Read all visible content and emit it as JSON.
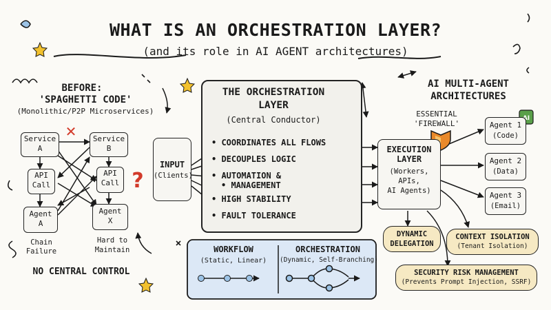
{
  "title": "WHAT IS AN ORCHESTRATION LAYER?",
  "subtitle": "(and its role in AI AGENT architectures)",
  "before": {
    "heading_1": "BEFORE:",
    "heading_2": "'SPAGHETTI CODE'",
    "note": "(Monolithic/P2P Microservices)",
    "service_a": [
      "Service",
      "A"
    ],
    "service_b": [
      "Service",
      "B"
    ],
    "api_call_1": [
      "API",
      "Call"
    ],
    "api_call_2": [
      "API",
      "Call"
    ],
    "agent_a": [
      "Agent",
      "A"
    ],
    "agent_x": [
      "Agent",
      "X"
    ],
    "question_mark": "?",
    "cross_mark": "✕",
    "chain_failure": [
      "Chain",
      "Failure"
    ],
    "hard_to_maintain": [
      "Hard to",
      "Maintain"
    ],
    "no_central_control": "NO CENTRAL CONTROL"
  },
  "input": {
    "label": "INPUT",
    "sub": "(Clients)"
  },
  "orchestration": {
    "heading_1": "THE ORCHESTRATION",
    "heading_2": "LAYER",
    "sub": "(Central Conductor)",
    "items": [
      "COORDINATES ALL FLOWS",
      "DECOUPLES LOGIC",
      "AUTOMATION &",
      "MANAGEMENT",
      "HIGH STABILITY",
      "FAULT TOLERANCE"
    ]
  },
  "execution": {
    "heading_1": "EXECUTION",
    "heading_2": "LAYER",
    "sub": [
      "(Workers,",
      "APIs,",
      "AI Agents)"
    ]
  },
  "multi_agent": {
    "heading_1": "AI MULTI-AGENT",
    "heading_2": "ARCHITECTURES",
    "firewall_1": "ESSENTIAL",
    "firewall_2": "'FIREWALL'",
    "ai_badge": "AI",
    "agents": [
      {
        "name": "Agent 1",
        "role": "(Code)"
      },
      {
        "name": "Agent 2",
        "role": "(Data)"
      },
      {
        "name": "Agent 3",
        "role": "(Email)"
      }
    ]
  },
  "pills": {
    "dynamic_1": "DYNAMIC",
    "dynamic_2": "DELEGATION",
    "context_1": "CONTEXT ISOLATION",
    "context_2": "(Tenant Isolation)",
    "security_1": "SECURITY RISK MANAGEMENT",
    "security_2": "(Prevents Prompt Injection, SSRF)"
  },
  "compare": {
    "workflow": "WORKFLOW",
    "workflow_sub": "(Static, Linear)",
    "orchestration": "ORCHESTRATION",
    "orchestration_sub": "(Dynamic, Self-Branching)"
  },
  "colors": {
    "ink": "#1a1a1a",
    "paper": "#fbfaf6",
    "pill": "#f6e9c3",
    "compare_panel": "#dce8f6",
    "node_blue": "#9cc3e6",
    "red": "#d23a2a",
    "shield_orange": "#e9892a",
    "badge_green": "#5aa04a",
    "star_yellow": "#f2c12e"
  }
}
